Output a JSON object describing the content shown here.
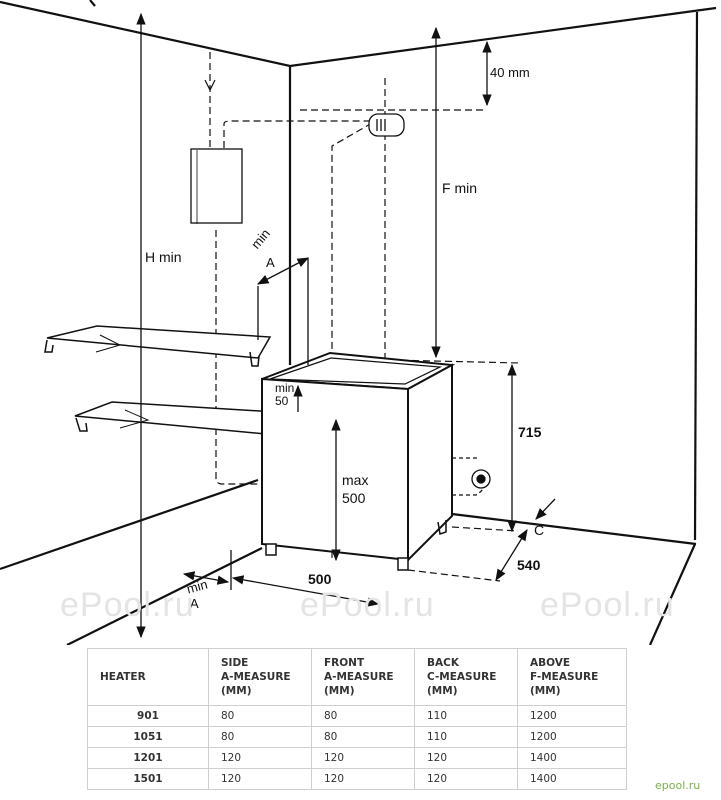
{
  "diagram": {
    "labels": {
      "h_min": "H min",
      "f_min": "F  min",
      "above_gap": "40 mm",
      "side_min": "min",
      "side_a": "A",
      "top_min": "min",
      "top_50": "50",
      "max": "max",
      "max_500": "500",
      "height_715": "715",
      "back_c": "C",
      "depth_540": "540",
      "width_500": "500",
      "front_min": "min",
      "front_a": "A"
    },
    "watermark": "ePool.ru"
  },
  "table": {
    "headers": [
      [
        "HEATER"
      ],
      [
        "SIDE",
        "A-MEASURE",
        "(MM)"
      ],
      [
        "FRONT",
        "A-MEASURE",
        "(MM)"
      ],
      [
        "BACK",
        "C-MEASURE",
        "(MM)"
      ],
      [
        "ABOVE",
        "F-MEASURE",
        "(MM)"
      ]
    ],
    "rows": [
      [
        "901",
        "80",
        "80",
        "110",
        "1200"
      ],
      [
        "1051",
        "80",
        "80",
        "110",
        "1200"
      ],
      [
        "1201",
        "120",
        "120",
        "120",
        "1400"
      ],
      [
        "1501",
        "120",
        "120",
        "120",
        "1400"
      ]
    ]
  },
  "logo": "epool.ru"
}
